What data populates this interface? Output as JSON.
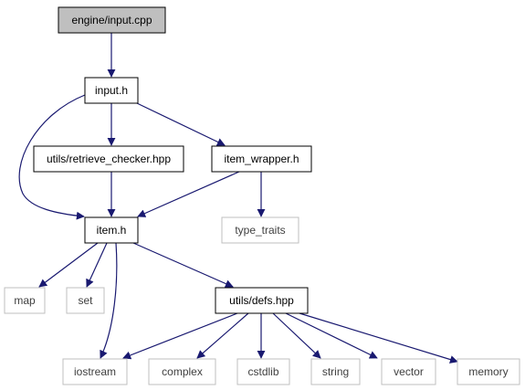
{
  "diagram": {
    "nodes": [
      {
        "id": "root",
        "label": "engine/input.cpp",
        "style": "root"
      },
      {
        "id": "input_h",
        "label": "input.h",
        "style": "normal"
      },
      {
        "id": "retrieve",
        "label": "utils/retrieve_checker.hpp",
        "style": "normal"
      },
      {
        "id": "wrapper",
        "label": "item_wrapper.h",
        "style": "normal"
      },
      {
        "id": "item_h",
        "label": "item.h",
        "style": "normal"
      },
      {
        "id": "type_traits",
        "label": "type_traits",
        "style": "system"
      },
      {
        "id": "map",
        "label": "map",
        "style": "system"
      },
      {
        "id": "set",
        "label": "set",
        "style": "system"
      },
      {
        "id": "defs",
        "label": "utils/defs.hpp",
        "style": "normal"
      },
      {
        "id": "iostream",
        "label": "iostream",
        "style": "system"
      },
      {
        "id": "complex",
        "label": "complex",
        "style": "system"
      },
      {
        "id": "cstdlib",
        "label": "cstdlib",
        "style": "system"
      },
      {
        "id": "string",
        "label": "string",
        "style": "system"
      },
      {
        "id": "vector",
        "label": "vector",
        "style": "system"
      },
      {
        "id": "memory",
        "label": "memory",
        "style": "system"
      }
    ],
    "edges": [
      {
        "from": "root",
        "to": "input_h"
      },
      {
        "from": "input_h",
        "to": "item_h"
      },
      {
        "from": "input_h",
        "to": "retrieve"
      },
      {
        "from": "input_h",
        "to": "wrapper"
      },
      {
        "from": "retrieve",
        "to": "item_h"
      },
      {
        "from": "wrapper",
        "to": "item_h"
      },
      {
        "from": "wrapper",
        "to": "type_traits"
      },
      {
        "from": "item_h",
        "to": "map"
      },
      {
        "from": "item_h",
        "to": "set"
      },
      {
        "from": "item_h",
        "to": "iostream"
      },
      {
        "from": "item_h",
        "to": "defs"
      },
      {
        "from": "defs",
        "to": "iostream"
      },
      {
        "from": "defs",
        "to": "complex"
      },
      {
        "from": "defs",
        "to": "cstdlib"
      },
      {
        "from": "defs",
        "to": "string"
      },
      {
        "from": "defs",
        "to": "vector"
      },
      {
        "from": "defs",
        "to": "memory"
      }
    ],
    "colors": {
      "edge": "#191970",
      "root_fill": "#bfbfbf",
      "root_border": "#000000",
      "normal_border": "#000000",
      "system_border": "#bfbfbf",
      "system_text": "#404040",
      "text": "#000000"
    }
  }
}
